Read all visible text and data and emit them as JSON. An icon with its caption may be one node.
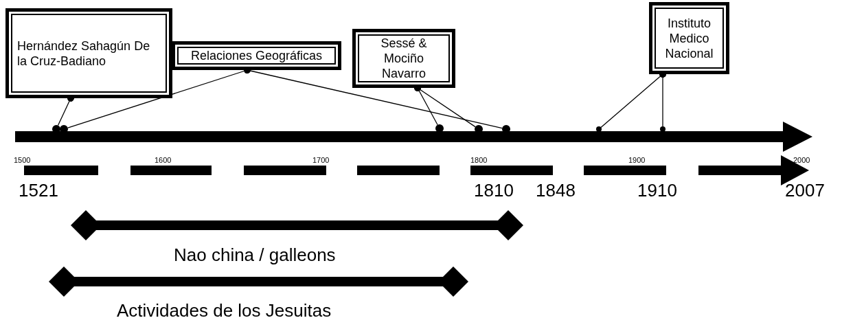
{
  "diagram": {
    "nodes": [
      {
        "text": [
          "Hernández Sahagún De la Cruz-Badiano"
        ]
      },
      {
        "text": [
          "Relaciones Geográficas"
        ]
      },
      {
        "text": [
          "Sessé & Mociño Navarro"
        ]
      },
      {
        "text": [
          "Instituto Medico Nacional"
        ]
      },
      {
        "text": [],
        "shape": "circle"
      },
      {
        "text": [],
        "shape": "circle"
      },
      {
        "text": [],
        "shape": "circle"
      },
      {
        "text": [],
        "shape": "circle"
      },
      {
        "text": [],
        "shape": "circle"
      },
      {
        "text": [],
        "shape": "circle"
      },
      {
        "text": [],
        "shape": "circle"
      }
    ],
    "edges": [
      {
        "from": 0,
        "to": 4,
        "arrow": "other"
      },
      {
        "from": 1,
        "to": 5,
        "arrow": "other"
      },
      {
        "from": 1,
        "to": 8,
        "arrow": "other"
      },
      {
        "from": 2,
        "to": 6,
        "arrow": "other"
      },
      {
        "from": 2,
        "to": 7,
        "arrow": "other"
      },
      {
        "from": 3,
        "to": 9,
        "arrow": "other"
      },
      {
        "from": 3,
        "to": 10,
        "arrow": "other"
      }
    ],
    "labels": [
      "1500",
      "1600",
      "1700",
      "1800",
      "1900",
      "2000",
      "1521",
      "1810",
      "1848",
      "1910",
      "2007",
      "Nao china / galleons",
      "Actividades de los Jesuitas"
    ]
  }
}
